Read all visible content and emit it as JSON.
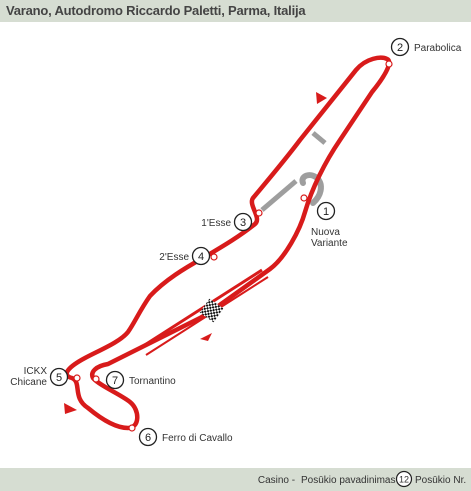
{
  "title": "Varano, Autodromo Riccardo Paletti, Parma, Italija",
  "colors": {
    "track": "#d81b1b",
    "alt_track": "#9e9e9e",
    "bar": "#d6ddd2",
    "text": "#333333"
  },
  "corners": [
    {
      "number": "1",
      "name_lines": [
        "Nuova",
        "Variante"
      ]
    },
    {
      "number": "2",
      "name_lines": [
        "Parabolica"
      ]
    },
    {
      "number": "3",
      "name_lines": [
        "1'Esse"
      ]
    },
    {
      "number": "4",
      "name_lines": [
        "2'Esse"
      ]
    },
    {
      "number": "5",
      "name_lines": [
        "ICKX",
        "Chicane"
      ]
    },
    {
      "number": "6",
      "name_lines": [
        "Ferro di Cavallo"
      ]
    },
    {
      "number": "7",
      "name_lines": [
        "Tornantino"
      ]
    }
  ],
  "legend": {
    "casino": "Casino",
    "separator": " - ",
    "corner_name": "Posūkio pavadinimas",
    "number_sample": "12",
    "corner_number": "Posūkio Nr."
  },
  "icons": {
    "start_finish": "checkered-flag-icon",
    "direction": "direction-arrow-icon"
  }
}
